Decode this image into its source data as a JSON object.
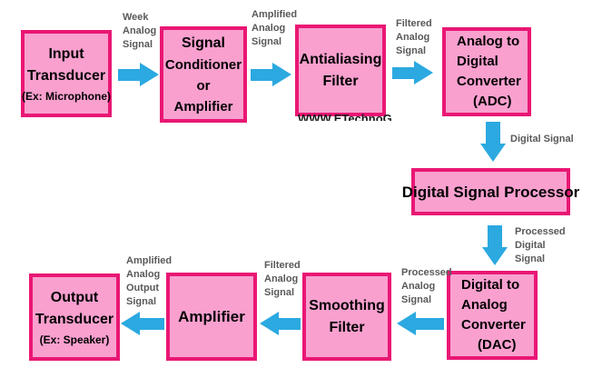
{
  "diagram": {
    "colors": {
      "box_fill": "#F9A0CF",
      "box_border": "#E91774",
      "arrow_blue": "#2BA9E0",
      "label_gray": "#595959"
    },
    "boxes": {
      "input_transducer": {
        "lines": [
          "Input",
          "Transducer"
        ],
        "caption": "(Ex: Microphone)"
      },
      "signal_conditioner": {
        "lines": [
          "Signal",
          "Conditioner",
          "or",
          "Amplifier"
        ]
      },
      "antialiasing_filter": {
        "lines": [
          "Antialiasing",
          "Filter"
        ]
      },
      "adc": {
        "lines": [
          "Analog to",
          "Digital",
          "Converter",
          "(ADC)"
        ]
      },
      "dsp": {
        "lines": [
          "Digital Signal Processor"
        ]
      },
      "dac": {
        "lines": [
          "Digital to",
          "Analog",
          "Converter",
          "(DAC)"
        ]
      },
      "smoothing_filter": {
        "lines": [
          "Smoothing",
          "Filter"
        ]
      },
      "amplifier": {
        "lines": [
          "Amplifier"
        ]
      },
      "output_transducer": {
        "lines": [
          "Output",
          "Transducer"
        ],
        "caption": "(Ex: Speaker)"
      }
    },
    "labels": {
      "week_analog": {
        "lines": [
          "Week",
          "Analog",
          "Signal"
        ]
      },
      "amplified_analog": {
        "lines": [
          "Amplified",
          "Analog",
          "Signal"
        ]
      },
      "filtered_analog_top": {
        "lines": [
          "Filtered",
          "Analog",
          "Signal"
        ]
      },
      "digital_signal": {
        "lines": [
          "Digital Signal"
        ]
      },
      "processed_digital": {
        "lines": [
          "Processed",
          "Digital",
          "Signal"
        ]
      },
      "processed_analog": {
        "lines": [
          "Processed",
          "Analog",
          "Signal"
        ]
      },
      "filtered_analog_bottom": {
        "lines": [
          "Filtered",
          "Analog",
          "Signal"
        ]
      },
      "amplified_output": {
        "lines": [
          "Amplified",
          "Analog",
          "Output",
          "Signal"
        ]
      }
    },
    "watermark": "WWW.ETechnoG"
  }
}
